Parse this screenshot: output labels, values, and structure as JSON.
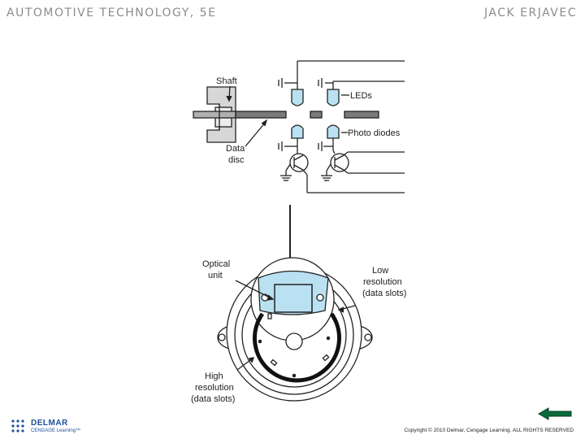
{
  "header": {
    "left_title": "AUTOMOTIVE TECHNOLOGY, 5E",
    "right_title": "JACK ERJAVEC"
  },
  "diagram": {
    "labels": {
      "shaft": "Shaft",
      "leds": "LEDs",
      "photo_diodes": "Photo diodes",
      "data_disc_1": "Data",
      "data_disc_2": "disc",
      "optical_unit_1": "Optical",
      "optical_unit_2": "unit",
      "low_res_1": "Low",
      "low_res_2": "resolution",
      "low_res_3": "(data slots)",
      "high_res_1": "High",
      "high_res_2": "resolution",
      "high_res_3": "(data slots)"
    },
    "colors": {
      "led_fill": "#b9e1f2",
      "stroke": "#222222",
      "disc_fill": "#7a7a7a"
    }
  },
  "footer": {
    "brand": "DELMAR",
    "brand_sub": "CENGAGE Learning™",
    "copyright": "Copyright © 2010 Delmar, Cengage Learning. ALL RIGHTS RESERVED",
    "back_icon": "back-arrow-icon"
  }
}
